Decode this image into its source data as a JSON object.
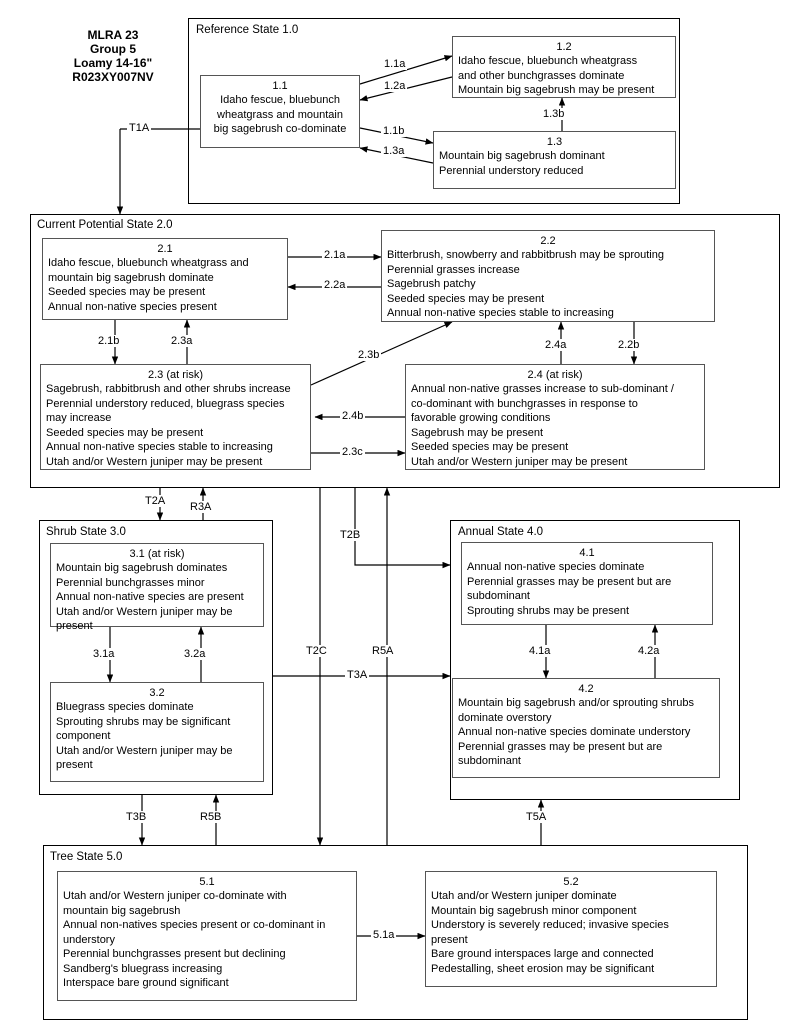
{
  "header": {
    "lines": [
      "MLRA 23",
      "Group 5",
      "Loamy 14-16\"",
      "R023XY007NV"
    ]
  },
  "states": [
    {
      "id": "state-1",
      "label": "Reference State 1.0"
    },
    {
      "id": "state-2",
      "label": "Current Potential State 2.0"
    },
    {
      "id": "state-3",
      "label": "Shrub State 3.0"
    },
    {
      "id": "state-4",
      "label": "Annual State 4.0"
    },
    {
      "id": "state-5",
      "label": "Tree State 5.0"
    }
  ],
  "phases": [
    {
      "id": "1.1",
      "title": "1.1",
      "lines": [
        "Idaho fescue, bluebunch",
        "wheatgrass and mountain",
        "big sagebrush co-dominate"
      ],
      "align": "center"
    },
    {
      "id": "1.2",
      "title": "1.2",
      "lines": [
        "Idaho fescue, bluebunch wheatgrass",
        "and other bunchgrasses dominate",
        "Mountain big sagebrush may be present"
      ],
      "align": "left"
    },
    {
      "id": "1.3",
      "title": "1.3",
      "lines": [
        "Mountain big sagebrush dominant",
        "Perennial understory reduced"
      ],
      "align": "left"
    },
    {
      "id": "2.1",
      "title": "2.1",
      "lines": [
        "Idaho fescue, bluebunch wheatgrass and",
        "mountain big sagebrush dominate",
        "Seeded species may be present",
        "Annual non-native species present"
      ],
      "align": "left"
    },
    {
      "id": "2.2",
      "title": "2.2",
      "lines": [
        "Bitterbrush, snowberry and rabbitbrush may be sprouting",
        "Perennial grasses increase",
        "Sagebrush patchy",
        "Seeded species may be present",
        "Annual non-native species stable to increasing"
      ],
      "align": "left"
    },
    {
      "id": "2.3",
      "title": "2.3 (at risk)",
      "lines": [
        "Sagebrush, rabbitbrush and other shrubs increase",
        "Perennial understory reduced, bluegrass species",
        "may increase",
        "Seeded species may be present",
        "Annual non-native species stable to increasing",
        "Utah and/or Western juniper may be present"
      ],
      "align": "left"
    },
    {
      "id": "2.4",
      "title": "2.4 (at risk)",
      "lines": [
        "Annual non-native grasses increase to sub-dominant /",
        "co-dominant with bunchgrasses in response to",
        "favorable growing conditions",
        "Sagebrush may be present",
        "Seeded species may be present",
        "Utah and/or Western juniper may be present"
      ],
      "align": "left"
    },
    {
      "id": "3.1",
      "title": "3.1 (at risk)",
      "lines": [
        "Mountain big sagebrush dominates",
        "Perennial bunchgrasses minor",
        "Annual non-native species are present",
        "Utah and/or Western juniper may be",
        "present"
      ],
      "align": "left"
    },
    {
      "id": "3.2",
      "title": "3.2",
      "lines": [
        "Bluegrass species dominate",
        "Sprouting shrubs may be significant",
        "component",
        "Utah and/or Western juniper may be",
        "present"
      ],
      "align": "left"
    },
    {
      "id": "4.1",
      "title": "4.1",
      "lines": [
        "Annual non-native species dominate",
        "Perennial grasses may be present but are",
        "subdominant",
        "Sprouting shrubs may be present"
      ],
      "align": "left"
    },
    {
      "id": "4.2",
      "title": "4.2",
      "lines": [
        "Mountain big sagebrush and/or sprouting shrubs",
        "dominate overstory",
        "Annual non-native species dominate understory",
        "Perennial grasses may be present but are",
        "subdominant"
      ],
      "align": "left"
    },
    {
      "id": "5.1",
      "title": "5.1",
      "lines": [
        "Utah and/or Western juniper co-dominate with",
        "mountain big sagebrush",
        "Annual non-natives species present or co-dominant in",
        "understory",
        "Perennial bunchgrasses present but declining",
        "Sandberg's bluegrass increasing",
        "Interspace bare ground significant"
      ],
      "align": "left"
    },
    {
      "id": "5.2",
      "title": "5.2",
      "lines": [
        "Utah and/or Western juniper dominate",
        "Mountain big sagebrush minor component",
        "Understory is severely reduced; invasive species",
        "present",
        "Bare ground interspaces large and connected",
        "Pedestalling, sheet erosion may be significant"
      ],
      "align": "left"
    }
  ],
  "transitions": [
    {
      "id": "T1A",
      "label": "T1A"
    },
    {
      "id": "1.1a",
      "label": "1.1a"
    },
    {
      "id": "1.2a",
      "label": "1.2a"
    },
    {
      "id": "1.1b",
      "label": "1.1b"
    },
    {
      "id": "1.3a",
      "label": "1.3a"
    },
    {
      "id": "1.3b",
      "label": "1.3b"
    },
    {
      "id": "2.1a",
      "label": "2.1a"
    },
    {
      "id": "2.2a",
      "label": "2.2a"
    },
    {
      "id": "2.1b",
      "label": "2.1b"
    },
    {
      "id": "2.3a",
      "label": "2.3a"
    },
    {
      "id": "2.3b",
      "label": "2.3b"
    },
    {
      "id": "2.4a",
      "label": "2.4a"
    },
    {
      "id": "2.2b",
      "label": "2.2b"
    },
    {
      "id": "2.4b",
      "label": "2.4b"
    },
    {
      "id": "2.3c",
      "label": "2.3c"
    },
    {
      "id": "T2A",
      "label": "T2A"
    },
    {
      "id": "R3A",
      "label": "R3A"
    },
    {
      "id": "T2B",
      "label": "T2B"
    },
    {
      "id": "T2C",
      "label": "T2C"
    },
    {
      "id": "R5A",
      "label": "R5A"
    },
    {
      "id": "T3A",
      "label": "T3A"
    },
    {
      "id": "3.1a",
      "label": "3.1a"
    },
    {
      "id": "3.2a",
      "label": "3.2a"
    },
    {
      "id": "4.1a",
      "label": "4.1a"
    },
    {
      "id": "4.2a",
      "label": "4.2a"
    },
    {
      "id": "T3B",
      "label": "T3B"
    },
    {
      "id": "R5B",
      "label": "R5B"
    },
    {
      "id": "T5A",
      "label": "T5A"
    },
    {
      "id": "5.1a",
      "label": "5.1a"
    }
  ],
  "colors": {
    "line": "#000000",
    "box_border": "#555555",
    "state_border": "#000000",
    "background": "#ffffff"
  }
}
